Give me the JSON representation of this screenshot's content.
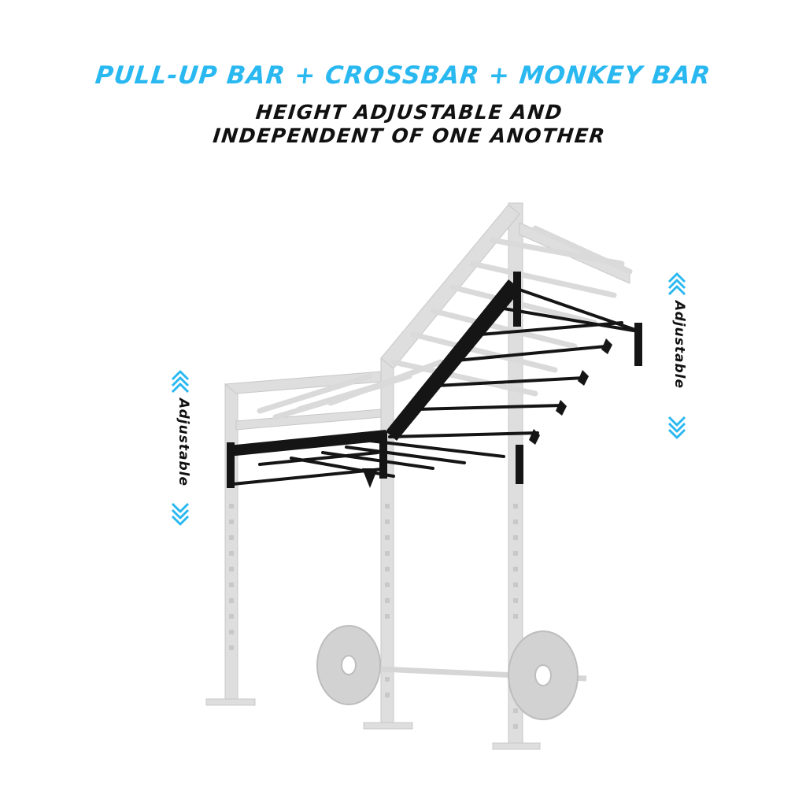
{
  "header": {
    "title": "PULL-UP BAR + CROSSBAR + MONKEY BAR",
    "subtitle_line1": "HEIGHT ADJUSTABLE AND",
    "subtitle_line2": "INDEPENDENT OF ONE ANOTHER"
  },
  "indicators": {
    "left_label": "Adjustable",
    "right_label": "Adjustable",
    "arrow_icon": "double-chevron-icon"
  },
  "colors": {
    "accent": "#29b8f0",
    "frame_ghost": "#dcdcdc",
    "frame_dark": "#151515"
  }
}
